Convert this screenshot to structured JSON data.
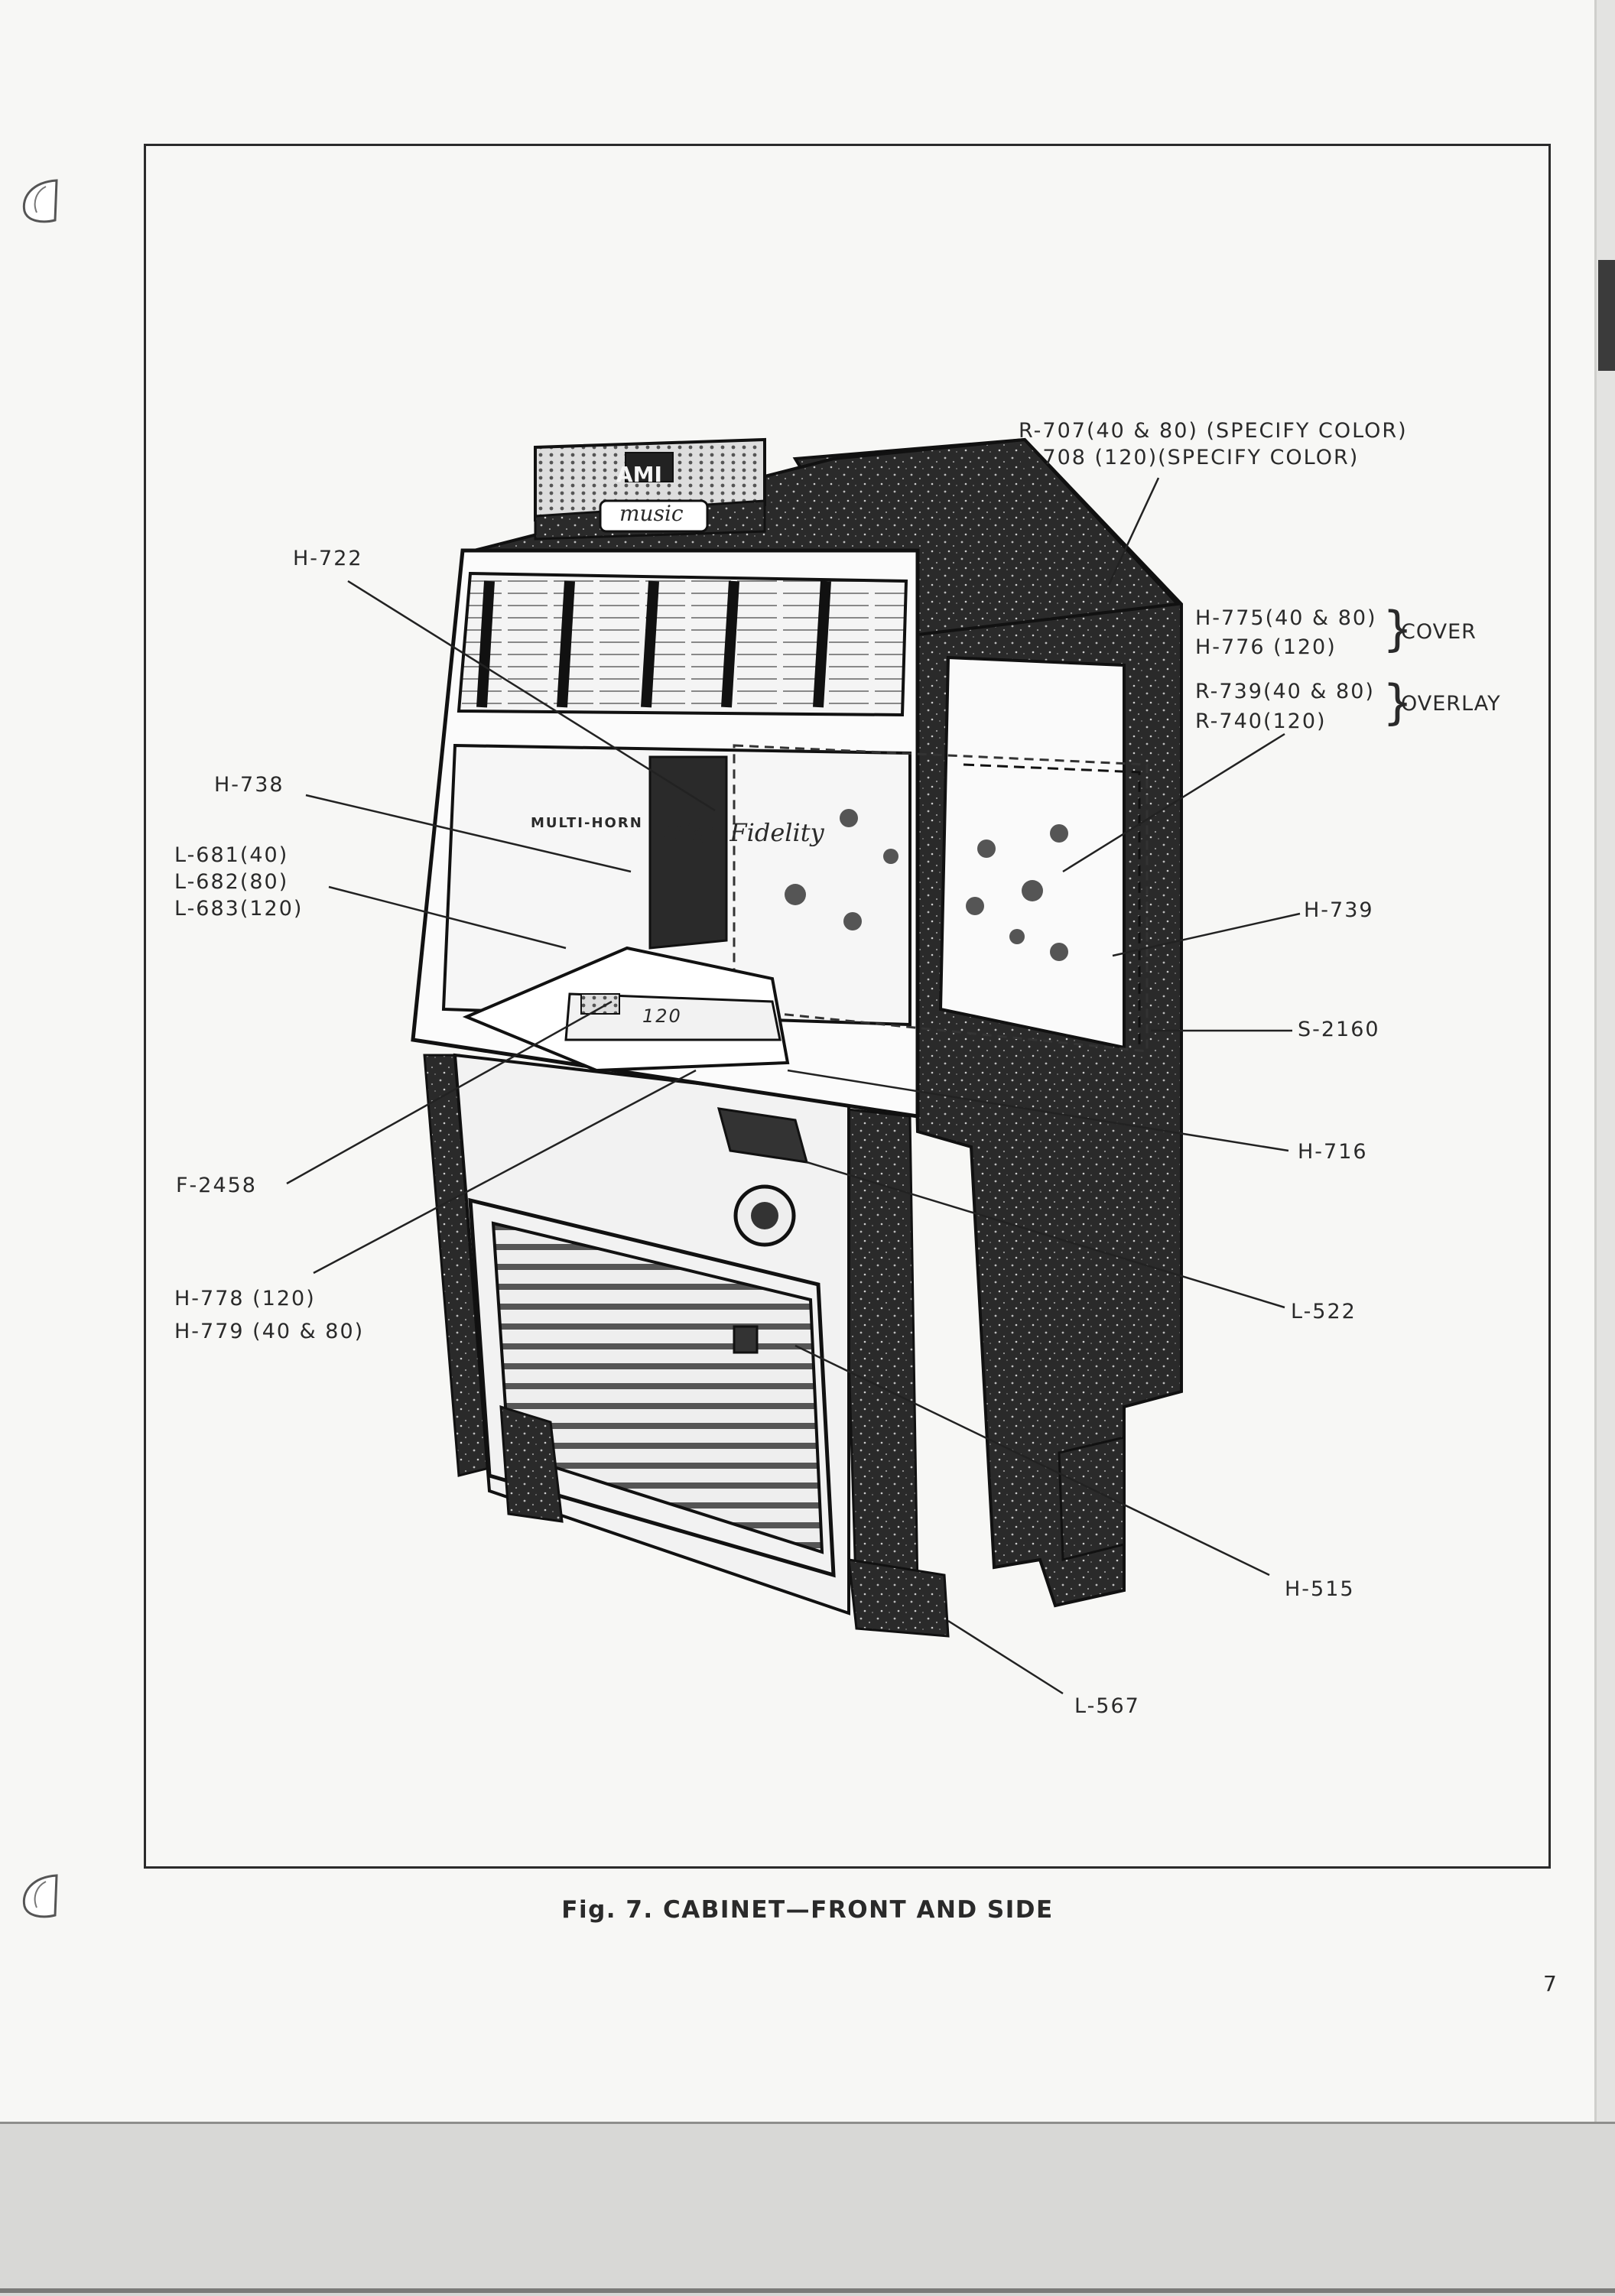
{
  "figure": {
    "caption": "Fig. 7. CABINET—FRONT AND SIDE",
    "page_number": "7",
    "logo_text": "AMI",
    "logo_script": "music",
    "panel_text": "MULTI-HORN",
    "panel_script": "High Fidelity",
    "selector_number": "120"
  },
  "callouts": {
    "r707": "R-707(40 & 80) (SPECIFY COLOR)",
    "r708": "R-708 (120)(SPECIFY COLOR)",
    "h722": "H-722",
    "h775": "H-775(40 & 80)",
    "h776": "H-776 (120)",
    "cover": "COVER",
    "r739": "R-739(40 & 80)",
    "r740": "R-740(120)",
    "overlay": "OVERLAY",
    "h738": "H-738",
    "l681": "L-681(40)",
    "l682": "L-682(80)",
    "l683": "L-683(120)",
    "h739": "H-739",
    "s2160": "S-2160",
    "f2458": "F-2458",
    "h716": "H-716",
    "l522": "L-522",
    "h778": "H-778 (120)",
    "h779": "H-779 (40 & 80)",
    "h515": "H-515",
    "l567": "L-567"
  }
}
